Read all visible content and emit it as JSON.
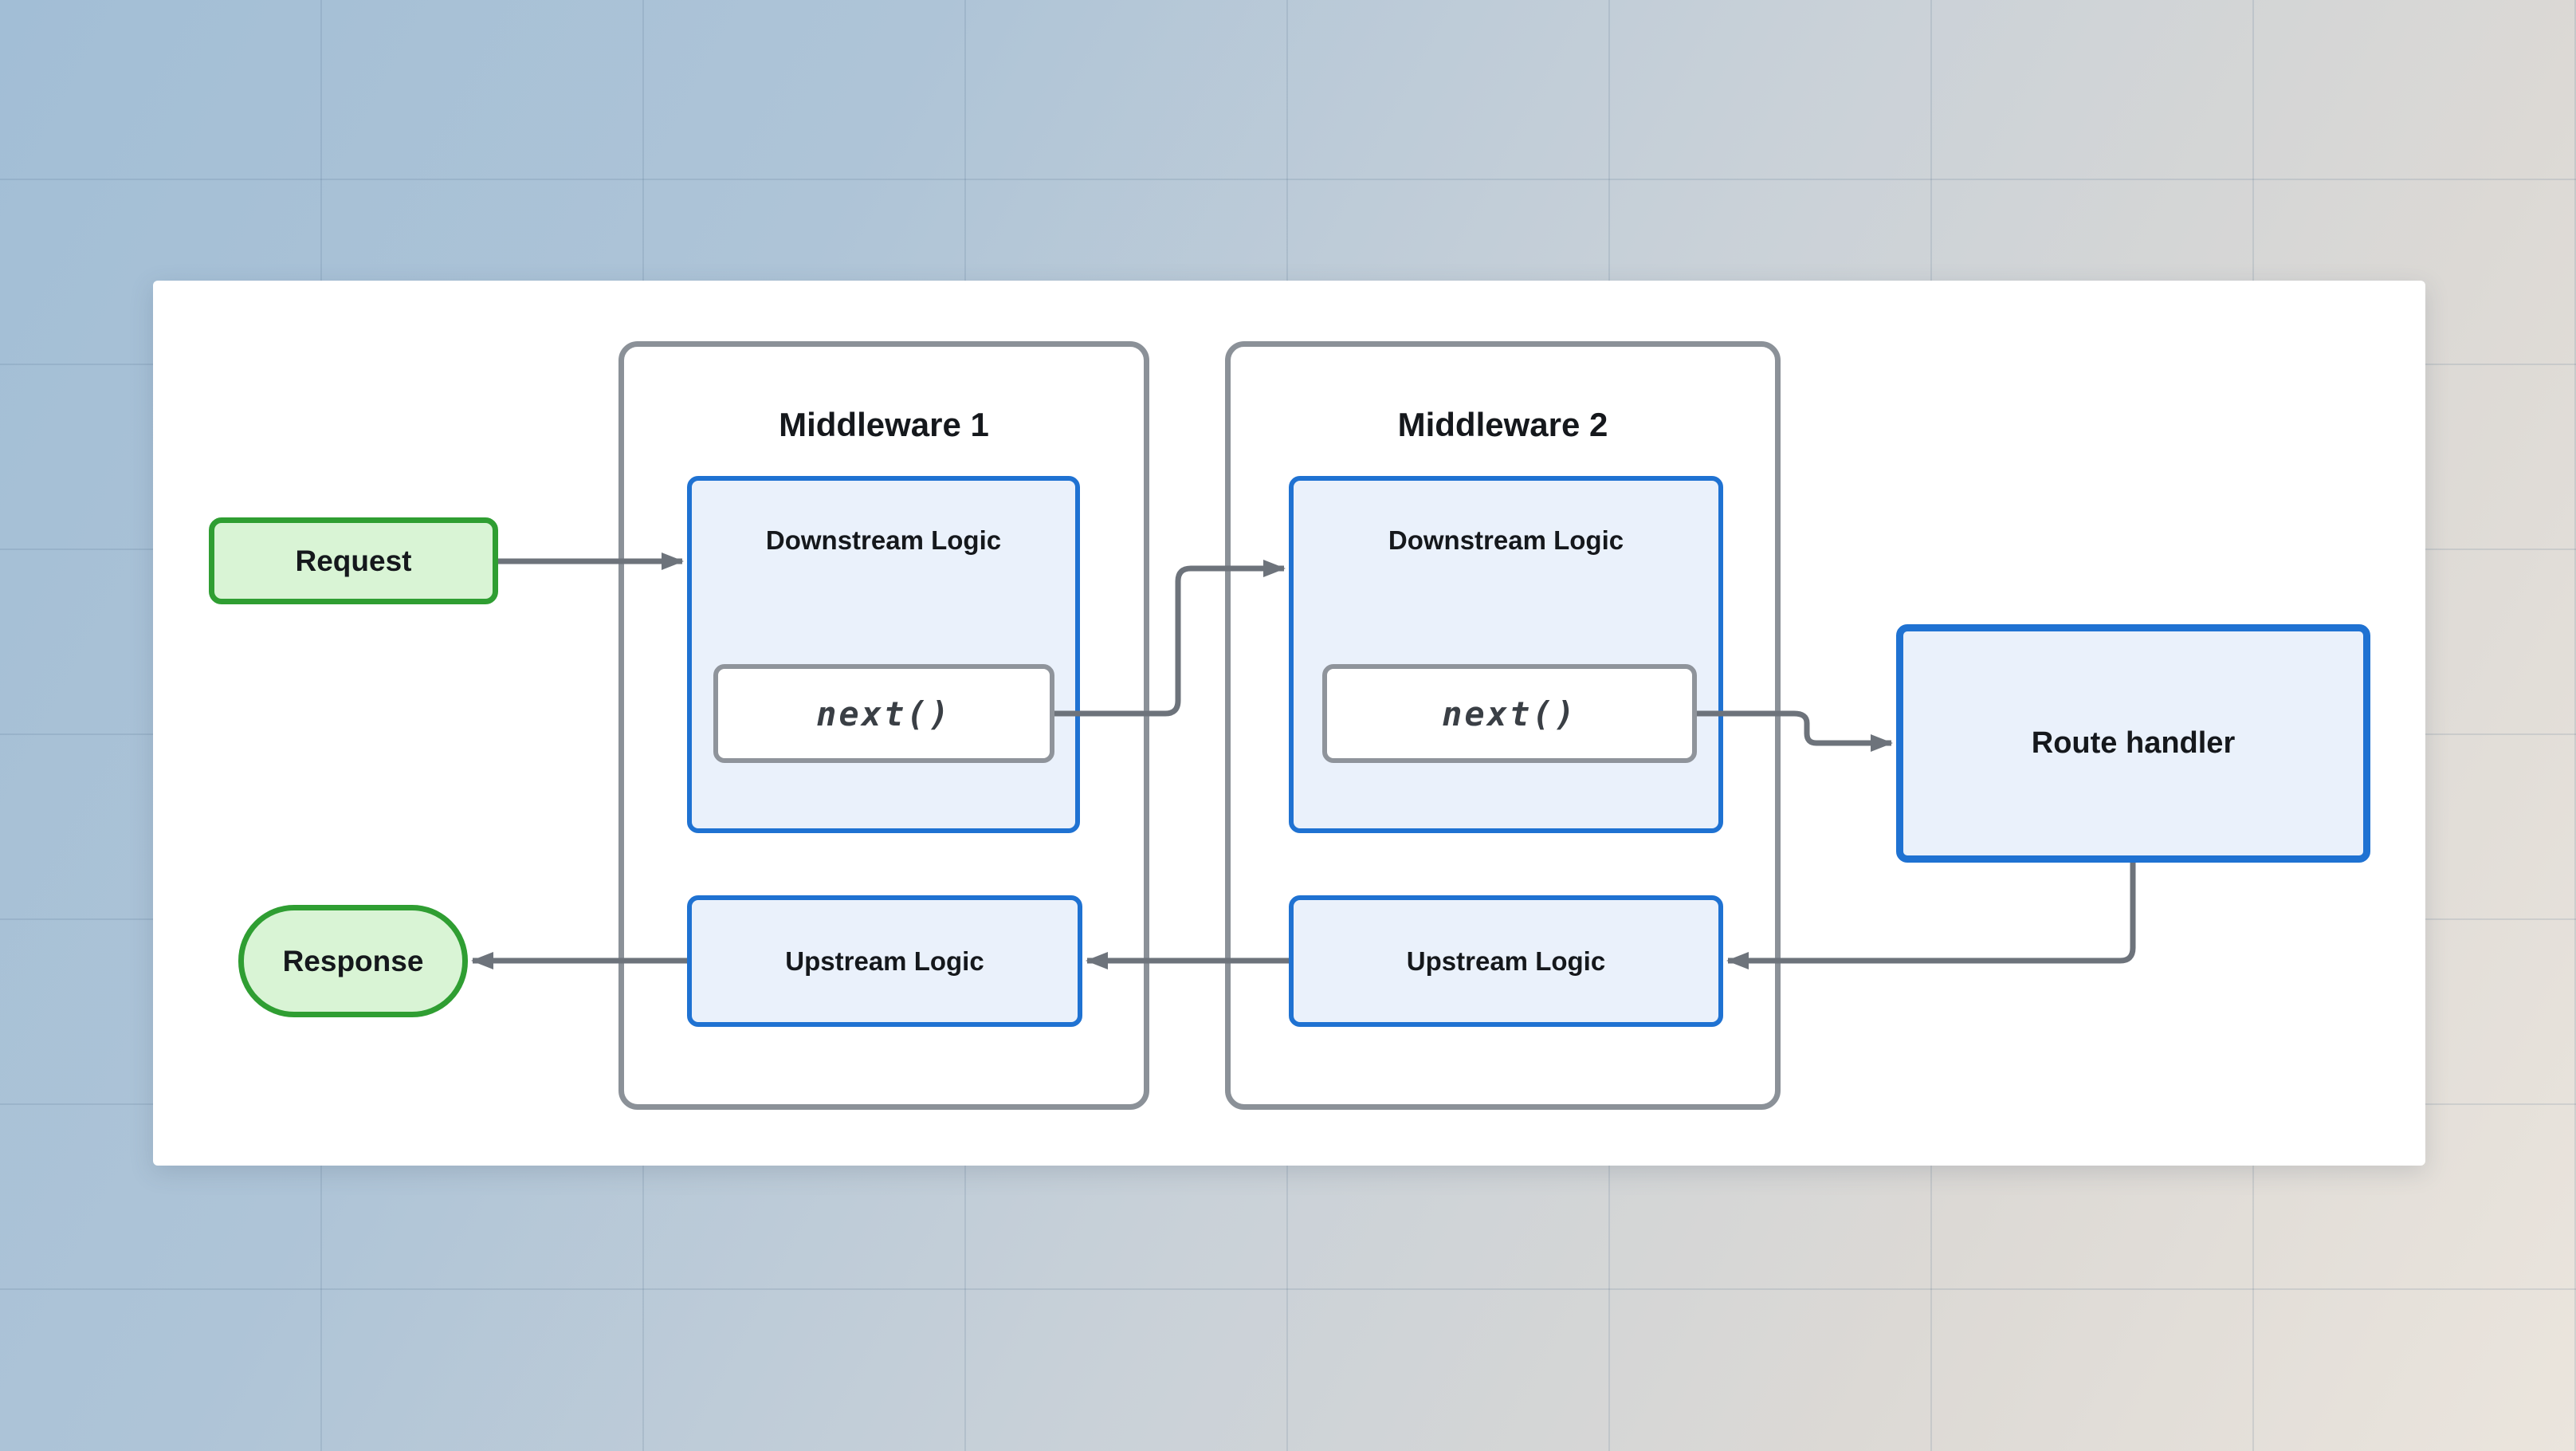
{
  "diagram": {
    "request_label": "Request",
    "response_label": "Response",
    "route_handler_label": "Route handler",
    "middlewares": [
      {
        "title": "Middleware 1",
        "downstream_label": "Downstream Logic",
        "next_label": "next()",
        "upstream_label": "Upstream Logic"
      },
      {
        "title": "Middleware 2",
        "downstream_label": "Downstream Logic",
        "next_label": "next()",
        "upstream_label": "Upstream Logic"
      }
    ]
  },
  "colors": {
    "bg_blue": "#a2bed6",
    "bg_mid": "#c9d1d8",
    "bg_warm": "#ebe5dd",
    "grid_line": "rgba(70,100,130,0.15)",
    "panel": "#ffffff",
    "container_border": "#8b9198",
    "node_blue_border": "#1f72d2",
    "node_blue_fill": "#eaf1fb",
    "node_green_border": "#2f9e32",
    "node_green_fill": "#d9f4d5",
    "next_border": "#8f949b",
    "next_fill": "#ffffff",
    "connector": "#6d737b",
    "text": "#15181c",
    "next_text": "#3a3f45"
  }
}
